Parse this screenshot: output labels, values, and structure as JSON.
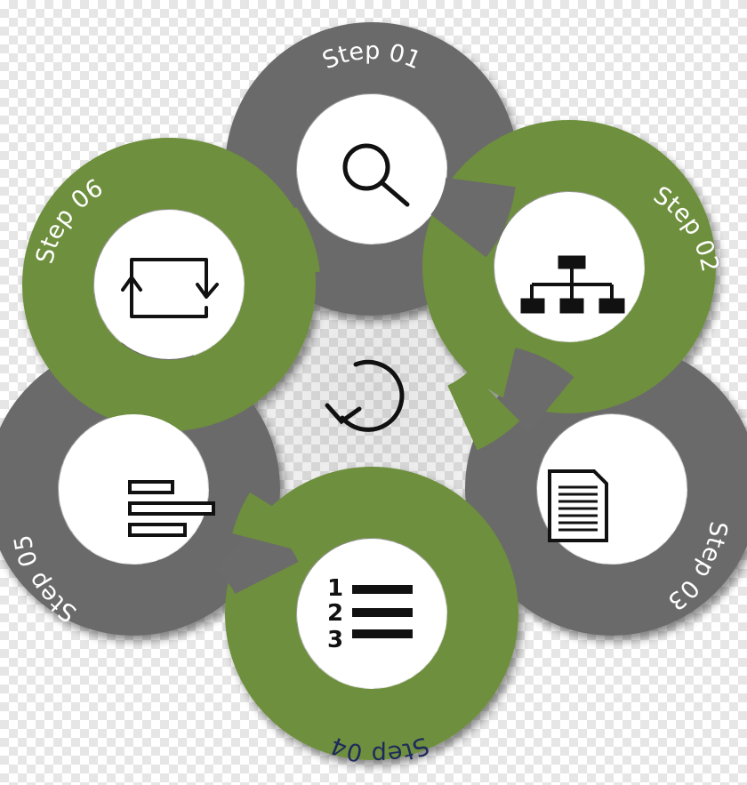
{
  "steps": [
    {
      "label": "Step 01",
      "ring_color": "#6b6b6b",
      "icon": "magnifier-icon"
    },
    {
      "label": "Step 02",
      "ring_color": "#6e8f3d",
      "icon": "org-chart-icon"
    },
    {
      "label": "Step 03",
      "ring_color": "#6b6b6b",
      "icon": "document-icon"
    },
    {
      "label": "Step 04",
      "ring_color": "#6e8f3d",
      "icon": "numbered-list-icon"
    },
    {
      "label": "Step 05",
      "ring_color": "#6b6b6b",
      "icon": "gantt-bars-icon"
    },
    {
      "label": "Step 06",
      "ring_color": "#6e8f3d",
      "icon": "cycle-arrows-icon"
    }
  ],
  "center_icon": "refresh-icon",
  "colors": {
    "gray": "#6b6b6b",
    "green": "#6e8f3d",
    "label_dark": "#1f2a5c"
  }
}
